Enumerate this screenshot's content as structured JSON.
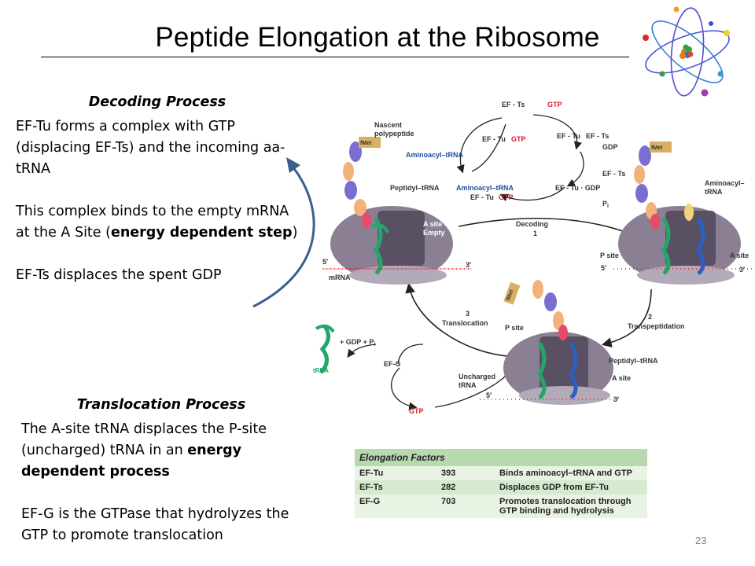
{
  "title": "Peptide Elongation at the Ribosome",
  "page_number": "23",
  "decoding": {
    "heading": "Decoding Process",
    "p1": "EF-Tu forms a complex with GTP (displacing EF-Ts) and the incoming aa-tRNA",
    "p2a": "This complex binds to the empty mRNA at the A Site (",
    "p2b": "energy dependent step",
    "p2c": ")",
    "p3": "EF-Ts displaces the spent GDP"
  },
  "translocation": {
    "heading": "Translocation Process",
    "p1a": "The A-site tRNA displaces the P-site (uncharged) tRNA in an ",
    "p1b": "energy dependent process",
    "p2": "EF-G is the GTPase that hydrolyzes the GTP to promote translocation"
  },
  "diagram": {
    "ef_ts": "EF - Ts",
    "gtp": "GTP",
    "nascent": "Nascent",
    "polypeptide": "polypeptide",
    "ef_tu_gtp_a": "EF - Tu",
    "ef_tu_gtp_b": "GTP",
    "ef_tu_ef_ts_a": "EF - Tu",
    "ef_tu_ef_ts_b": "EF - Ts",
    "gdp": "GDP",
    "ef_ts_2": "EF - Ts",
    "aminoacyl_trna": "Aminoacyl–tRNA",
    "aminoacyl_trna_2": "Aminoacyl–tRNA",
    "ef_tu_gtp2_a": "EF - Tu",
    "ef_tu_gtp2_b": "GTP",
    "ef_tu_gdp": "EF - Tu · GDP",
    "pi": "P",
    "pi_sub": "i",
    "decoding": "Decoding",
    "decoding_num": "1",
    "peptidyl_trna": "Peptidyl–tRNA",
    "a_site_empty_1": "A site",
    "a_site_empty_2": "Empty",
    "fmet_1": "fMet",
    "fmet_2": "fMet",
    "fmet_3": "fMet",
    "five_prime_1": "5′",
    "three_prime_1": "3′",
    "mrna": "mRNA",
    "aminoacyl_right_1": "Aminoacyl–",
    "aminoacyl_right_2": "tRNA",
    "p_site_right": "P site",
    "a_site_right": "A site",
    "five_prime_2": "5′",
    "three_prime_2": "3′",
    "transpeptidation_num": "2",
    "transpeptidation": "Transpeptidation",
    "translocation_num": "3",
    "translocation": "Translocation",
    "p_site_bottom": "P site",
    "peptidyl_trna_bottom": "Peptidyl–tRNA",
    "a_site_bottom": "A site",
    "uncharged_1": "Uncharged",
    "uncharged_2": "tRNA",
    "five_prime_3": "5′",
    "three_prime_3": "3′",
    "gdp_pi": "+ GDP + P",
    "gdp_pi_sub": "i",
    "ef_g": "EF-G",
    "gtp_bottom": "GTP",
    "trna": "tRNA"
  },
  "table": {
    "title": "Elongation Factors",
    "rows": [
      {
        "name": "EF-Tu",
        "mass": "393",
        "role": "Binds aminoacyl–tRNA and GTP"
      },
      {
        "name": "EF-Ts",
        "mass": "282",
        "role": "Displaces GDP from EF-Tu"
      },
      {
        "name": "EF-G",
        "mass": "703",
        "role": "Promotes translocation through GTP binding and hydrolysis"
      }
    ]
  },
  "colors": {
    "arrow_blue": "#3a5f8f",
    "red_label": "#d8202a",
    "blue_label": "#1f4e9c",
    "ribosome": "#8a7f93",
    "trna_green": "#22a66a",
    "trna_blue": "#2a5fc7"
  }
}
